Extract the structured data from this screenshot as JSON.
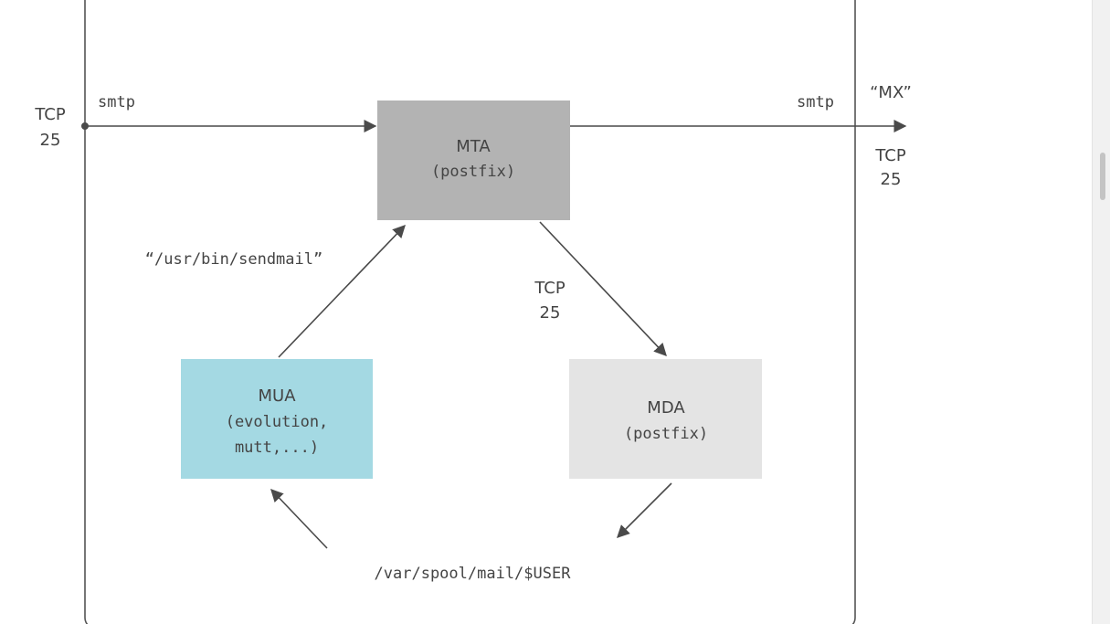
{
  "external": {
    "tcp_left": [
      "TCP",
      "25"
    ],
    "smtp_in": "smtp",
    "smtp_out": "smtp",
    "mx": "“MX”",
    "tcp_right": [
      "TCP",
      "25"
    ]
  },
  "nodes": {
    "mta": {
      "lines": [
        "MTA",
        "(postfix)"
      ],
      "color": "#b3b3b3"
    },
    "mua": {
      "lines": [
        "MUA",
        "(evolution,",
        "mutt,...)"
      ],
      "color": "#a4d9e3"
    },
    "mda": {
      "lines": [
        "MDA",
        "(postfix)"
      ],
      "color": "#e4e4e4"
    }
  },
  "edges": {
    "sendmail": "“/usr/bin/sendmail”",
    "mta_mda": [
      "TCP",
      "25"
    ],
    "spool": "/var/spool/mail/$USER"
  }
}
